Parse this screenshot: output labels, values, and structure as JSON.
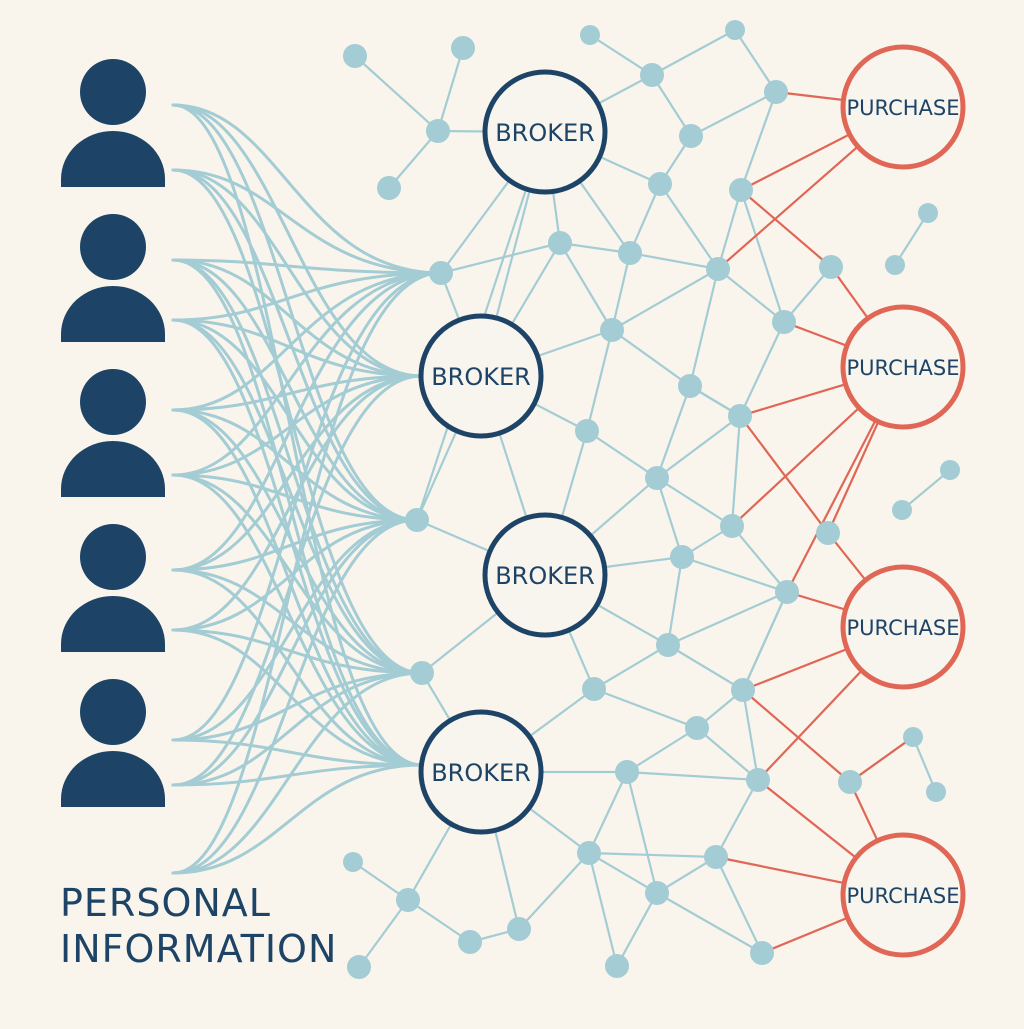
{
  "diagram": {
    "caption_lines": [
      "PERSONAL",
      "INFORMATION"
    ],
    "person_count": 5,
    "brokers": [
      {
        "label": "BROKER"
      },
      {
        "label": "BROKER"
      },
      {
        "label": "BROKER"
      },
      {
        "label": "BROKER"
      }
    ],
    "purchases": [
      {
        "label": "PURCHASE"
      },
      {
        "label": "PURCHASE"
      },
      {
        "label": "PURCHASE"
      },
      {
        "label": "PURCHASE"
      }
    ],
    "colors": {
      "background": "#faf5ec",
      "person": "#1d4466",
      "network": "#a3ccd4",
      "broker_stroke": "#1d4466",
      "purchase_stroke": "#e06656",
      "node_fill": "#f8f4ee"
    },
    "icons": [
      "person-icon"
    ]
  }
}
